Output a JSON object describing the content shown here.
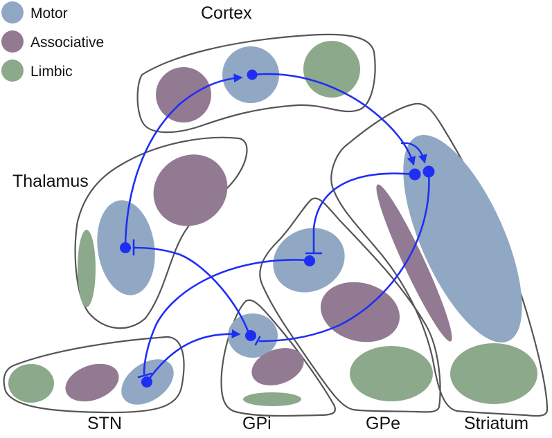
{
  "legend": {
    "items": [
      {
        "label": "Motor",
        "color": "#90a8c3"
      },
      {
        "label": "Associative",
        "color": "#927a93"
      },
      {
        "label": "Limbic",
        "color": "#8da98c"
      }
    ]
  },
  "regions": {
    "cortex": "Cortex",
    "thalamus": "Thalamus",
    "stn": "STN",
    "gpi": "GPi",
    "gpe": "GPe",
    "striatum": "Striatum"
  },
  "colors": {
    "motor": "#90a8c3",
    "associative": "#927a93",
    "limbic": "#8da98c",
    "pathway": "#1f2ef5",
    "outline": "#555555"
  },
  "pathways": [
    {
      "from": "Cortex",
      "to": "Striatum",
      "type": "excitatory"
    },
    {
      "from": "Cortex",
      "to": "Striatum",
      "type": "excitatory"
    },
    {
      "from": "Striatum",
      "to": "GPe",
      "type": "inhibitory"
    },
    {
      "from": "Striatum",
      "to": "GPi",
      "type": "inhibitory"
    },
    {
      "from": "GPe",
      "to": "STN",
      "type": "inhibitory"
    },
    {
      "from": "STN",
      "to": "GPi",
      "type": "excitatory"
    },
    {
      "from": "GPi",
      "to": "Thalamus",
      "type": "inhibitory"
    },
    {
      "from": "Thalamus",
      "to": "Cortex",
      "type": "excitatory"
    }
  ]
}
